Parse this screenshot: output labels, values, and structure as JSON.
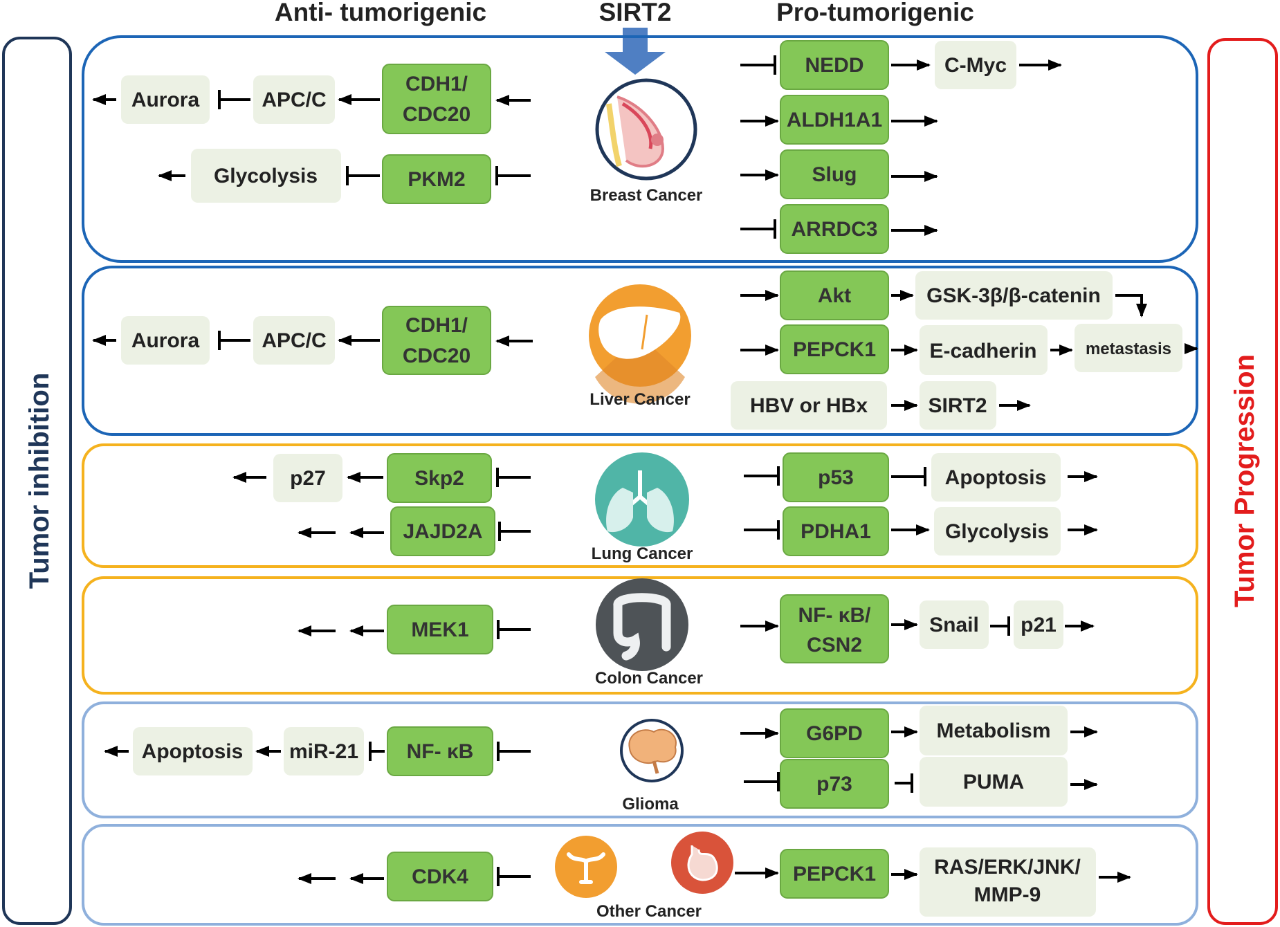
{
  "headers": {
    "anti": "Anti- tumorigenic",
    "sirt2": "SIRT2",
    "pro": "Pro-tumorigenic"
  },
  "sidebars": {
    "left": "Tumor inhibition",
    "right": "Tumor Progression"
  },
  "colors": {
    "green_node": "#84c757",
    "green_node_border": "#6aa842",
    "pale_node": "#ecf1e4",
    "blue_panel": "#1c65b6",
    "orange_panel": "#f5b21e",
    "lightblue_panel": "#8fb0dc",
    "left_bar": "#1f3658",
    "right_bar": "#e31c1c",
    "right_text": "#e31c1c",
    "sirt2_arrow": "#4f7fc3"
  },
  "panels": {
    "breast": {
      "label": "Breast Cancer",
      "icon": "breast-icon",
      "anti": {
        "aurora": "Aurora",
        "apcc": "APC/C",
        "cdh1_a": "CDH1/",
        "cdh1_b": "CDC20",
        "glycolysis": "Glycolysis",
        "pkm2": "PKM2"
      },
      "pro": {
        "nedd": "NEDD",
        "cmyc": "C-Myc",
        "aldh1a1": "ALDH1A1",
        "slug": "Slug",
        "arrdc3": "ARRDC3"
      }
    },
    "liver": {
      "label": "Liver Cancer",
      "icon": "liver-icon",
      "anti": {
        "aurora": "Aurora",
        "apcc": "APC/C",
        "cdh1_a": "CDH1/",
        "cdh1_b": "CDC20"
      },
      "pro": {
        "akt": "Akt",
        "gsk": "GSK-3β/β-catenin",
        "pepck1": "PEPCK1",
        "ecadherin": "E-cadherin",
        "metastasis": "metastasis",
        "hbv": "HBV or HBx",
        "sirt2": "SIRT2"
      }
    },
    "lung": {
      "label": "Lung Cancer",
      "icon": "lungs-icon",
      "anti": {
        "p27": "p27",
        "skp2": "Skp2",
        "jajd2a": "JAJD2A"
      },
      "pro": {
        "p53": "p53",
        "apoptosis": "Apoptosis",
        "pdha1": "PDHA1",
        "glycolysis": "Glycolysis"
      }
    },
    "colon": {
      "label": "Colon Cancer",
      "icon": "colon-icon",
      "anti": {
        "mek1": "MEK1"
      },
      "pro": {
        "nfkb_a": "NF- κB/",
        "nfkb_b": "CSN2",
        "snail": "Snail",
        "p21": "p21"
      }
    },
    "glioma": {
      "label": "Glioma",
      "icon": "brain-icon",
      "anti": {
        "apoptosis": "Apoptosis",
        "mir21": "miR-21",
        "nfkb": "NF- κB"
      },
      "pro": {
        "g6pd": "G6PD",
        "metabolism": "Metabolism",
        "p73": "p73",
        "puma": "PUMA"
      }
    },
    "other": {
      "label": "Other Cancer",
      "icons": [
        "uterus-icon",
        "stomach-icon"
      ],
      "anti": {
        "cdk4": "CDK4"
      },
      "pro": {
        "pepck1": "PEPCK1",
        "ras_a": "RAS/ERK/JNK/",
        "ras_b": "MMP-9"
      }
    }
  }
}
